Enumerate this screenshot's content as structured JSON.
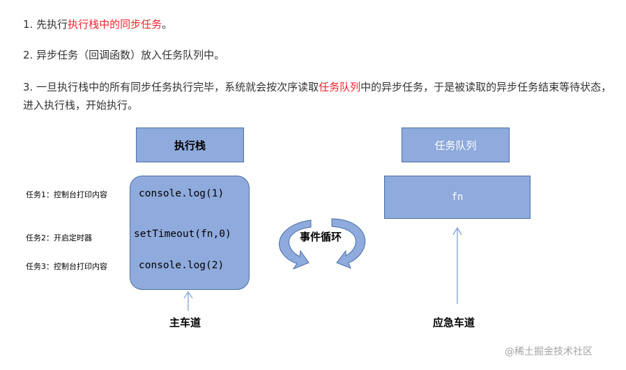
{
  "paragraphs": {
    "p1": {
      "before": "1. 先执行",
      "highlight": "执行栈中的同步任务",
      "after": "。"
    },
    "p2": {
      "text": "2. 异步任务（回调函数）放入任务队列中。"
    },
    "p3": {
      "before": "3. 一旦执行栈中的所有同步任务执行完毕，系统就会按次序读取",
      "highlight": "任务队列",
      "after": "中的异步任务，于是被读取的异步任务结束等待状态，进入执行栈，开始执行。"
    }
  },
  "diagram": {
    "exec_stack_title": "执行栈",
    "task_queue_title": "任务队列",
    "queue_item": "fn",
    "stack_items": [
      "console.log(1)",
      "setTimeout(fn,0)",
      "console.log(2)"
    ],
    "task_labels": [
      "任务1：控制台打印内容",
      "任务2：开启定时器",
      "任务3：控制台打印内容"
    ],
    "event_loop_label": "事件循环",
    "main_road_label": "主车道",
    "emergency_road_label": "应急车道"
  },
  "colors": {
    "box_fill": "#8faadc",
    "box_border": "#4a6fa5",
    "highlight": "#f5222d",
    "arrow": "#8faadc"
  },
  "watermark": "@稀土掘金技术社区"
}
